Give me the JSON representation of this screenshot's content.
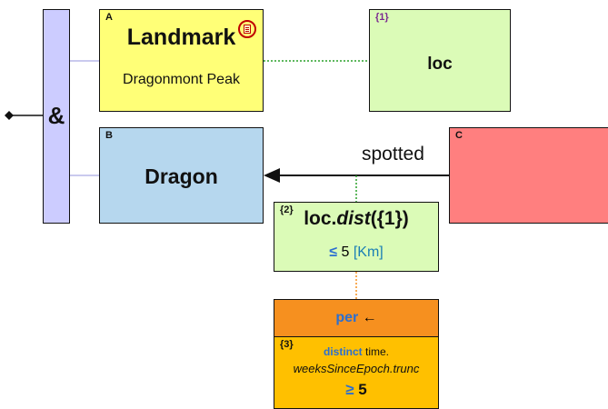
{
  "and_node": {
    "symbol": "&"
  },
  "landmark": {
    "corner": "A",
    "title": "Landmark",
    "subtitle": "Dragonmont Peak",
    "icon": "no-document-icon"
  },
  "loc": {
    "corner": "{1}",
    "title": "loc"
  },
  "dragon": {
    "corner": "B",
    "title": "Dragon"
  },
  "source": {
    "corner": "C"
  },
  "edge": {
    "label": "spotted"
  },
  "filter2": {
    "corner": "{2}",
    "prefix": "loc.",
    "func": "dist",
    "args": "({1})",
    "op": "≤",
    "value": "5",
    "unit": "[Km]"
  },
  "per": {
    "keyword": "per",
    "arrow": "←"
  },
  "filter3": {
    "corner": "{3}",
    "keyword": "distinct",
    "expr1": " time.",
    "expr2": "weeksSinceEpoch.trunc",
    "op": "≥",
    "value": "5"
  },
  "colors": {
    "and_bar": "#ccccff",
    "landmark": "#ffff77",
    "dragon": "#b6d7ee",
    "source": "#ff7f7f",
    "condition": "#dbfbb7",
    "per": "#f6901f",
    "distinct": "#ffc000",
    "keyword_blue": "#2c6fd0"
  }
}
